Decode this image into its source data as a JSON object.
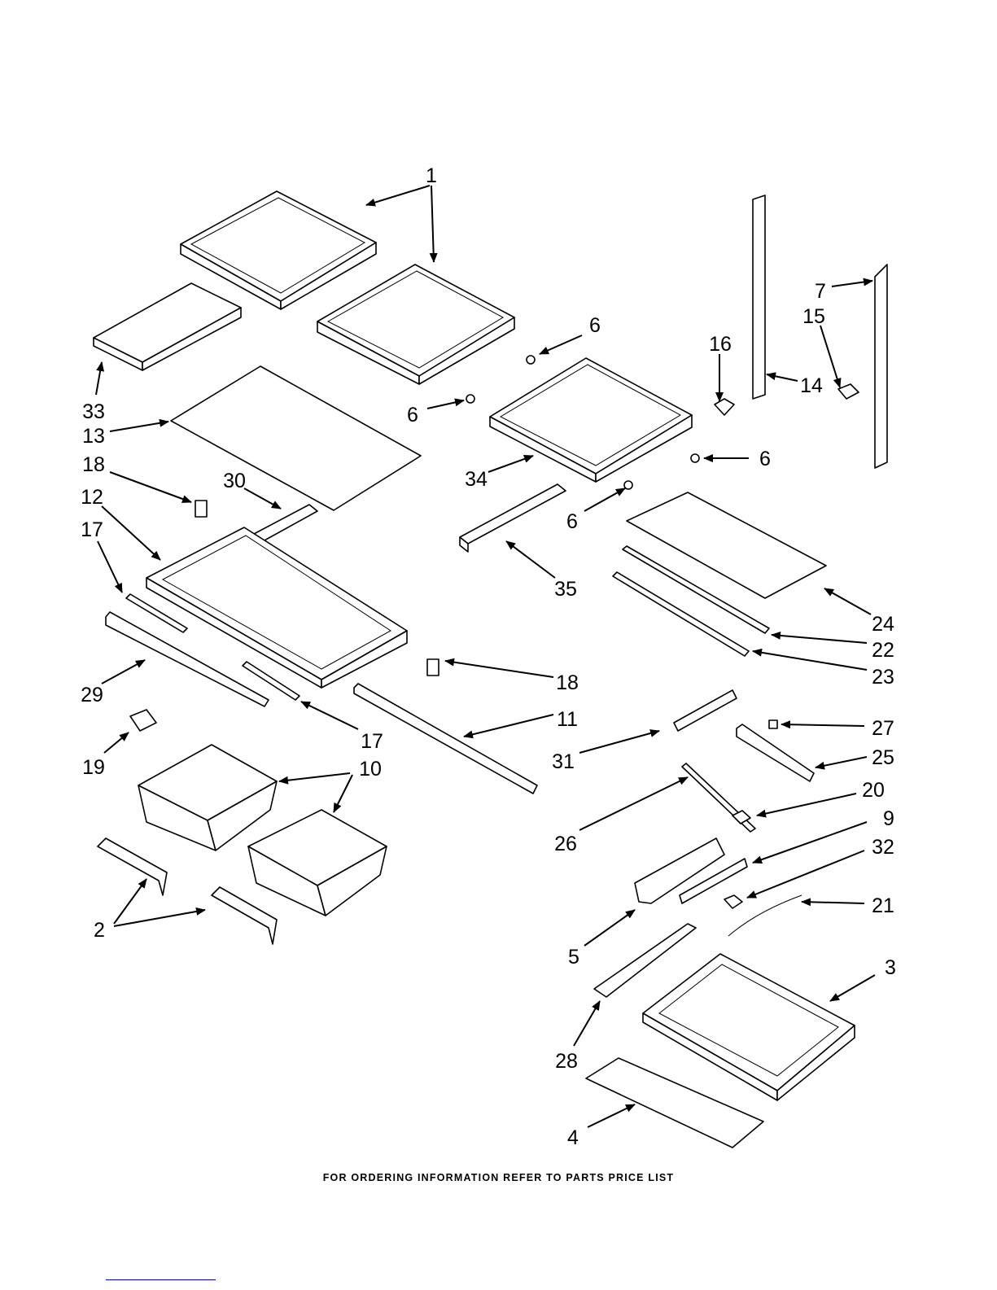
{
  "diagram": {
    "callouts": [
      "1",
      "33",
      "13",
      "6",
      "6",
      "6",
      "6",
      "16",
      "14",
      "7",
      "15",
      "34",
      "18",
      "30",
      "12",
      "17",
      "35",
      "24",
      "22",
      "23",
      "18",
      "29",
      "17",
      "11",
      "27",
      "31",
      "25",
      "19",
      "10",
      "20",
      "26",
      "9",
      "32",
      "21",
      "2",
      "5",
      "3",
      "28",
      "4"
    ],
    "footer": "FOR ORDERING INFORMATION REFER TO PARTS PRICE LIST"
  }
}
